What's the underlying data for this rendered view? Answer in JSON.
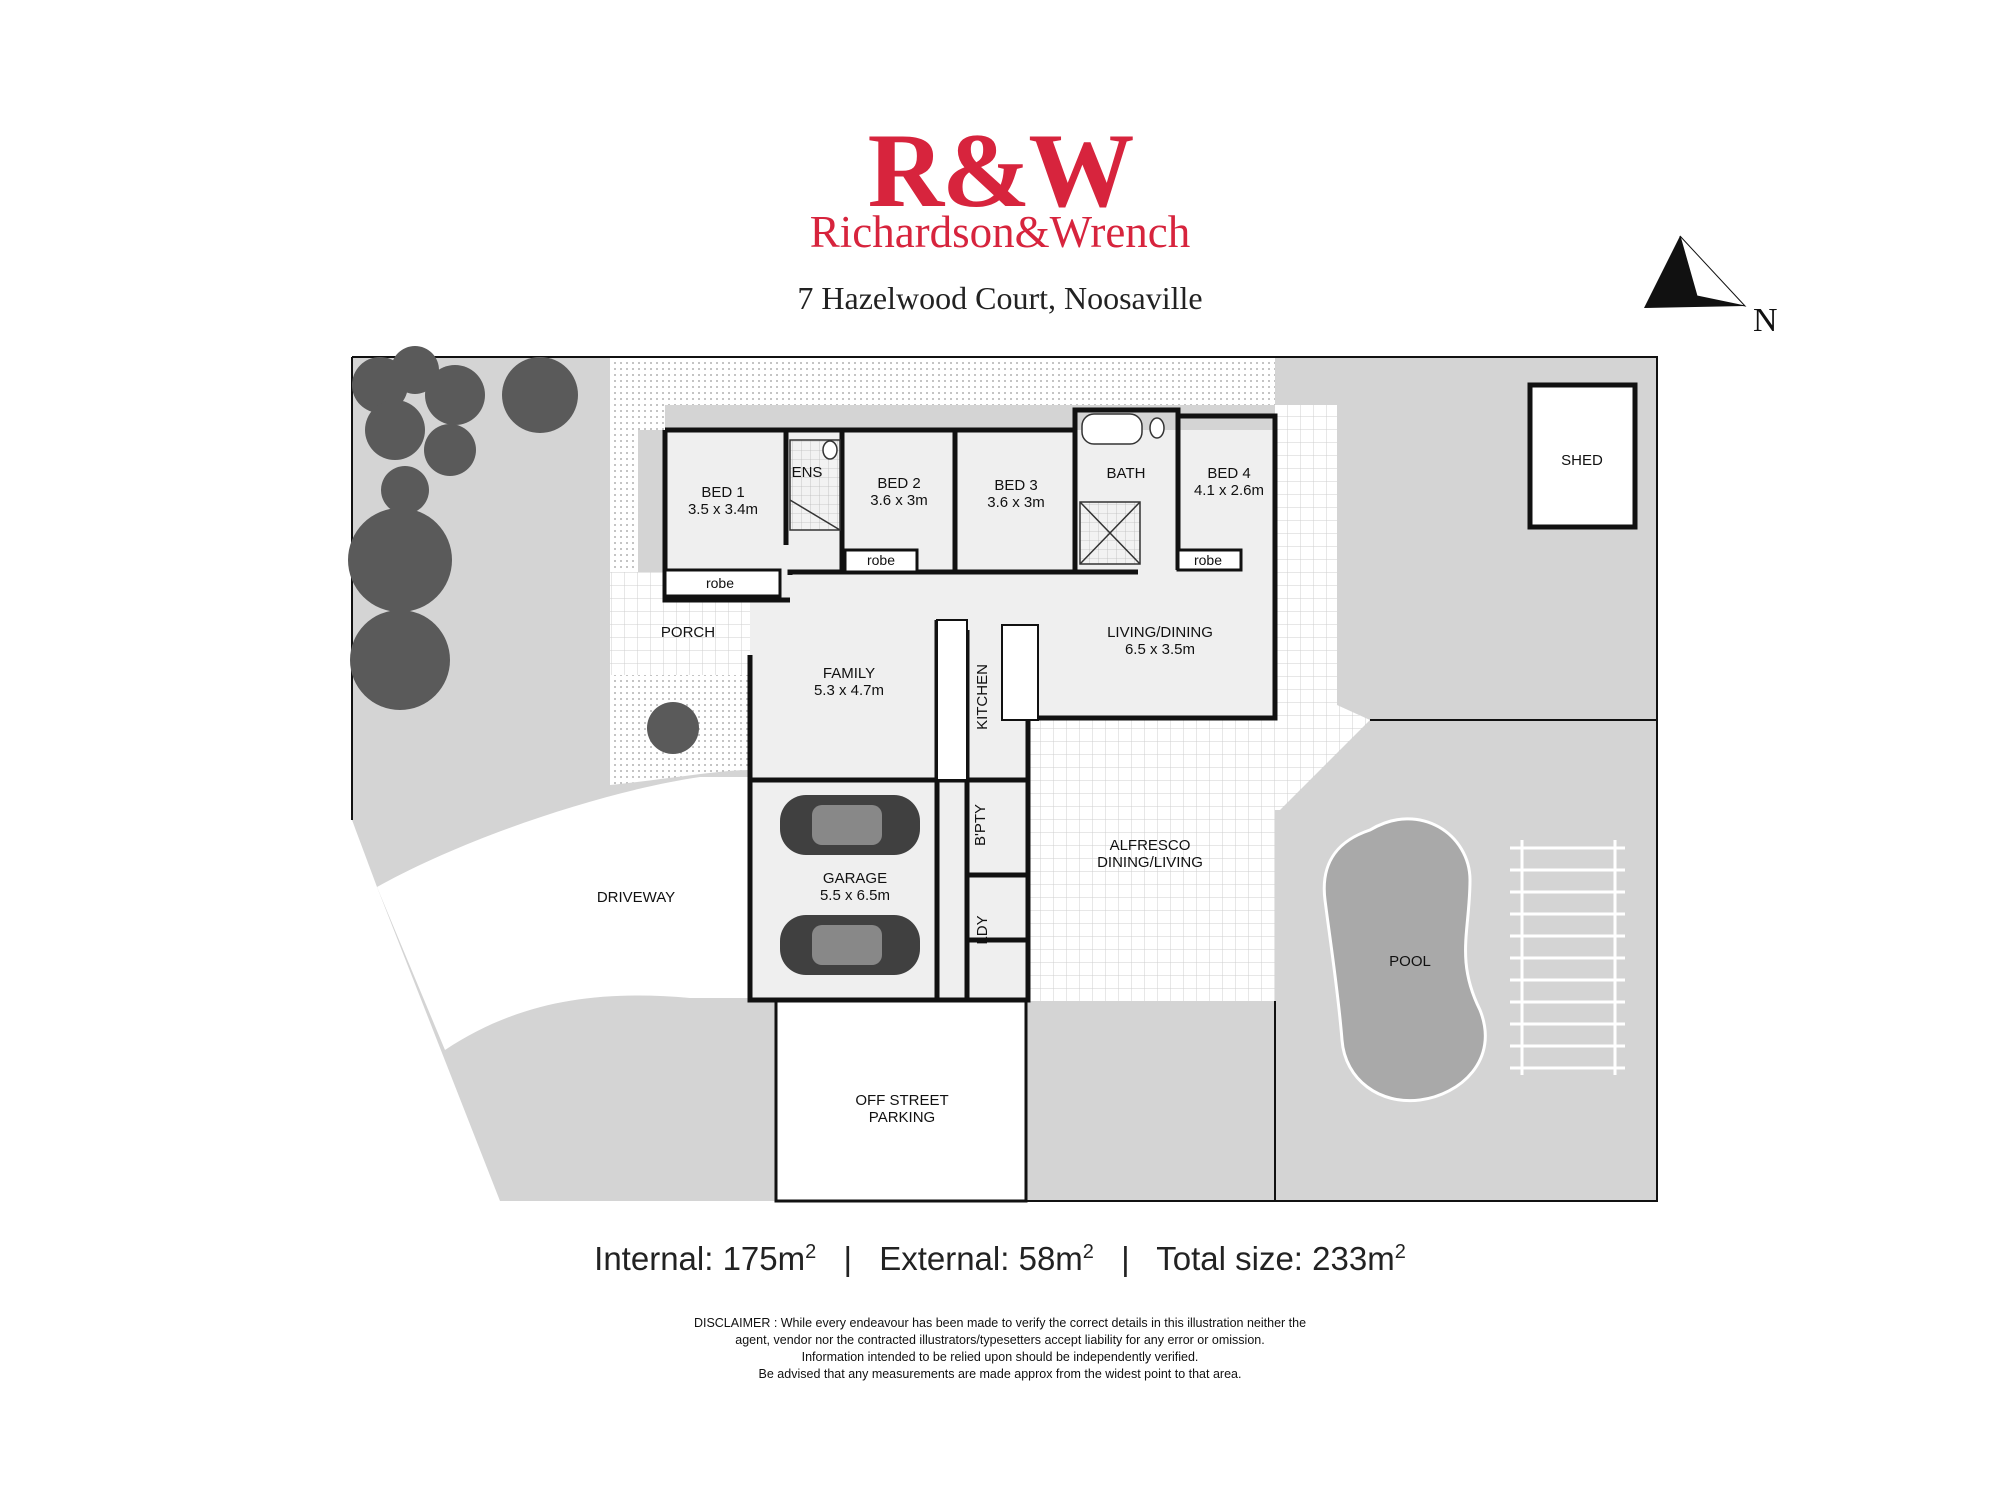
{
  "logo": {
    "mark": "R&W",
    "brand_name": "Richardson&Wrench",
    "brand_color": "#d7243d"
  },
  "address": "7 Hazelwood Court, Noosaville",
  "north_label": "N",
  "rooms": {
    "bed1": {
      "name": "BED 1",
      "size": "3.5 x 3.4m"
    },
    "ens": {
      "name": "ENS"
    },
    "bed2": {
      "name": "BED 2",
      "size": "3.6 x 3m"
    },
    "bed3": {
      "name": "BED 3",
      "size": "3.6 x 3m"
    },
    "bath": {
      "name": "BATH"
    },
    "bed4": {
      "name": "BED 4",
      "size": "4.1 x 2.6m"
    },
    "robe": "robe",
    "porch": "PORCH",
    "family": {
      "name": "FAMILY",
      "size": "5.3 x 4.7m"
    },
    "kitchen": "KITCHEN",
    "living": {
      "name": "LIVING/DINING",
      "size": "6.5 x 3.5m"
    },
    "bpty": "B'PTY",
    "garage": {
      "name": "GARAGE",
      "size": "5.5 x 6.5m"
    },
    "ldy": "LDY",
    "alfresco": {
      "line1": "ALFRESCO",
      "line2": "DINING/LIVING"
    },
    "driveway": "DRIVEWAY",
    "parking": {
      "line1": "OFF STREET",
      "line2": "PARKING"
    },
    "pool": "POOL",
    "shed": "SHED"
  },
  "areas": {
    "internal_label": "Internal:",
    "internal_value": "175m",
    "external_label": "External:",
    "external_value": "58m",
    "total_label": "Total size:",
    "total_value": "233m",
    "unit_sup": "2",
    "separator": "|"
  },
  "disclaimer": [
    "DISCLAIMER : While every endeavour has been made to verify the correct details in this illustration neither the",
    "agent, vendor nor the contracted illustrators/typesetters accept liability for any error or omission.",
    "Information intended to be relied upon should be independently verified.",
    "Be advised that any measurements are made approx from the widest point to that area."
  ]
}
